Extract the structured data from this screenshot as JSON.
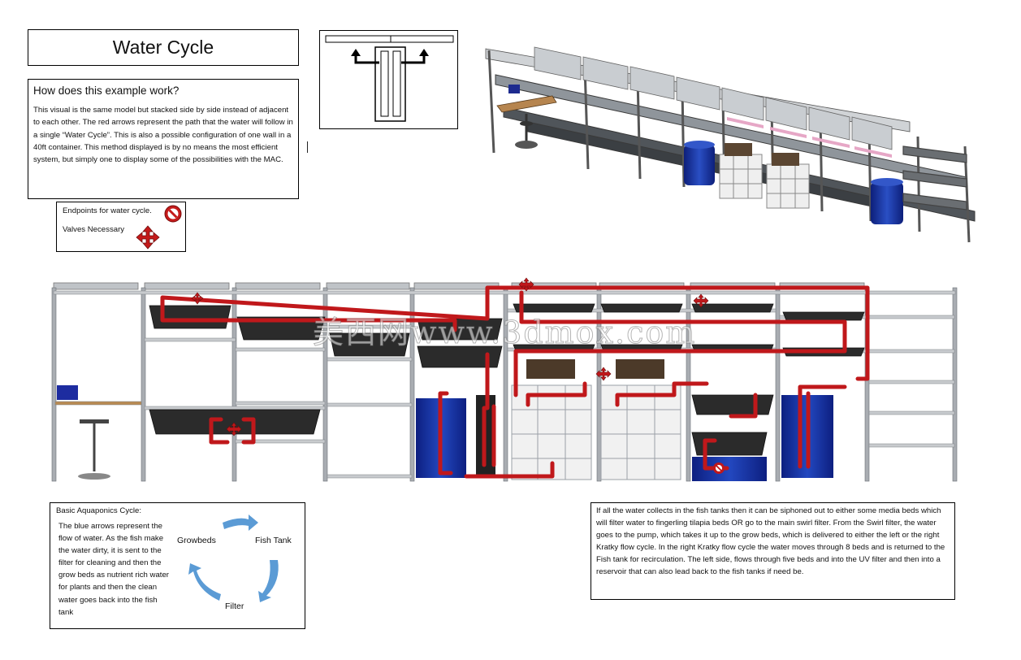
{
  "title": "Water Cycle",
  "howto": {
    "heading": "How does this example work?",
    "body": "This visual is the same model but stacked side by side instead of adjacent to each other.  The red arrows represent the path that the water will follow in a single “Water Cycle”.  This is also a possible configuration of one wall in a 40ft container. This method displayed is by no means the most efficient system, but simply one to display some of the possibilities with the MAC."
  },
  "legend": {
    "endpoints_label": "Endpoints for water cycle.",
    "valves_label": "Valves Necessary",
    "endpoint_icon": "no-entry-icon",
    "valve_icon": "four-way-arrow-icon",
    "endpoint_color": "#c41a1a"
  },
  "aquaponics": {
    "title": "Basic Aquaponics Cycle:",
    "body": "The blue arrows represent the flow of water. As the fish make the water dirty, it is sent to the filter for cleaning and then the grow beds as nutrient rich water for plants and then the clean water goes back into the fish tank",
    "growbeds_label": "Growbeds",
    "fishtank_label": "Fish Tank",
    "filter_label": "Filter",
    "arrow_color": "#5b9bd5"
  },
  "description": "If all the water collects in the fish tanks then it can be siphoned out to either some media beds which will filter water to fingerling tilapia beds OR go to the main swirl filter. From the Swirl filter, the water goes to the pump, which takes it up to the grow beds, which is delivered to either the left or the right Kratky flow cycle. In the right Kratky flow cycle the water moves through 8 beds and is returned to the Fish tank for recirculation. The left side, flows through five beds and into the UV filter and then into a reservoir that can also lead back to the fish tanks if need be.",
  "watermark": "美西网www.3dmox.com",
  "colors": {
    "flow_red": "#c0181b",
    "tank_blue": "#1f3fa6",
    "rack_grey": "#a9adb2",
    "tray_dark": "#2b2b2b"
  }
}
